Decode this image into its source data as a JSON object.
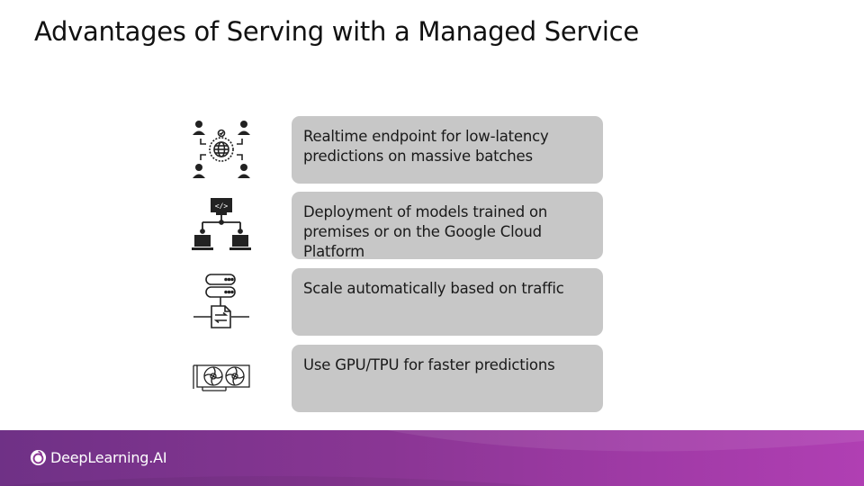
{
  "slide": {
    "title": "Advantages of Serving with a Managed Service"
  },
  "features": [
    {
      "icon": "global-network-users-icon",
      "text": "Realtime endpoint for low-latency predictions on massive batches"
    },
    {
      "icon": "code-deployment-network-icon",
      "text": "Deployment of models trained on premises or on the Google Cloud Platform"
    },
    {
      "icon": "server-scaling-icon",
      "text": "Scale automatically based on traffic"
    },
    {
      "icon": "gpu-card-icon",
      "text": "Use GPU/TPU for faster predictions"
    }
  ],
  "footer": {
    "brand": "DeepLearning.AI",
    "colors": {
      "start": "#6f3186",
      "end": "#b03fb3"
    }
  },
  "colors": {
    "card": "#c7c7c7",
    "text": "#1a1a1a"
  }
}
